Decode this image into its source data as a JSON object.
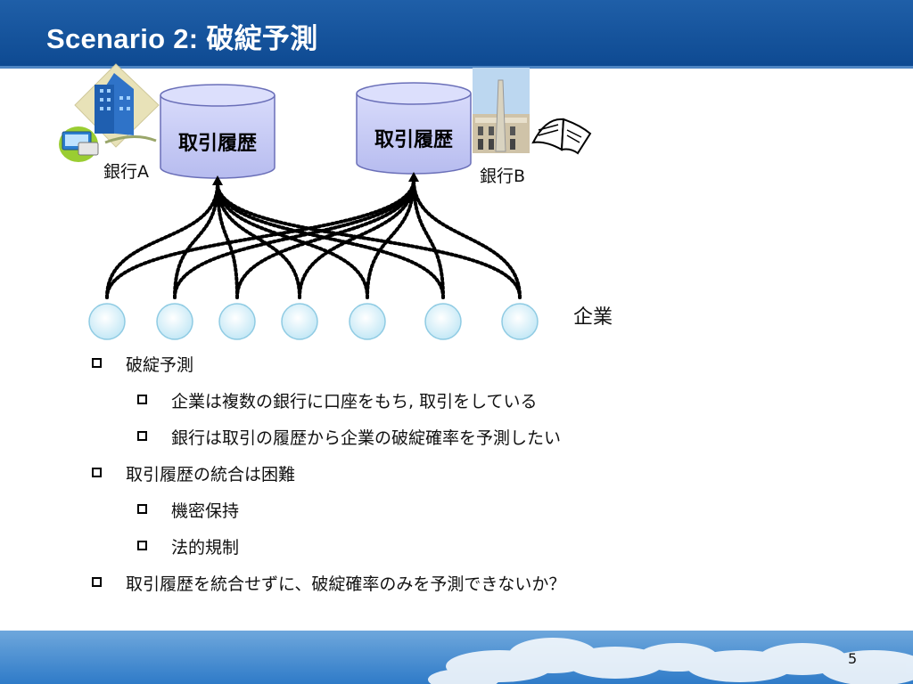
{
  "slide": {
    "title": "Scenario 2: 破綻予測",
    "page_number": "5"
  },
  "diagram": {
    "db_left": "取引履歴",
    "db_right": "取引履歴",
    "bank_a_label": "銀行A",
    "bank_b_label": "銀行B",
    "companies_label": "企業",
    "company_count": 7,
    "icons": [
      "bank-building-icon",
      "computer-icon",
      "university-building-icon",
      "open-book-icon"
    ]
  },
  "bullets": {
    "items": [
      {
        "level": 1,
        "text": "破綻予測"
      },
      {
        "level": 2,
        "text": "企業は複数の銀行に口座をもち, 取引をしている"
      },
      {
        "level": 2,
        "text": "銀行は取引の履歴から企業の破綻確率を予測したい"
      },
      {
        "level": 1,
        "text": "取引履歴の統合は困難"
      },
      {
        "level": 2,
        "text": "機密保持"
      },
      {
        "level": 2,
        "text": "法的規制"
      },
      {
        "level": 1,
        "text": "取引履歴を統合せずに、破綻確率のみを予測できないか？"
      }
    ]
  },
  "colors": {
    "header": "#1a5aa6",
    "cylinder": "#c9cdf4",
    "company_node": "#dff3fb"
  }
}
